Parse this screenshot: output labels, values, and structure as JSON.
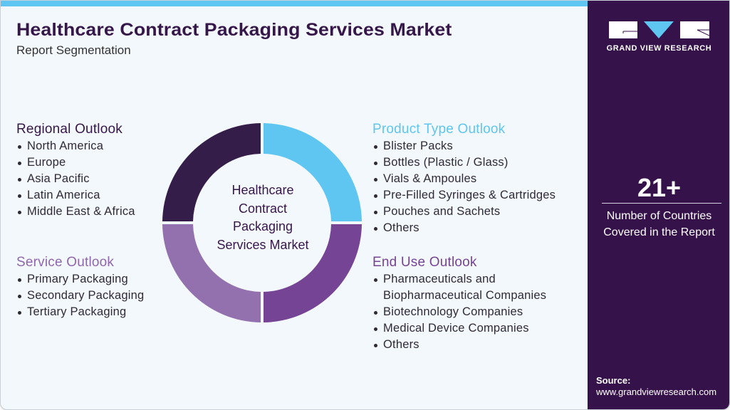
{
  "header": {
    "title": "Healthcare Contract Packaging Services Market",
    "subtitle": "Report Segmentation"
  },
  "donut": {
    "center_label_lines": [
      "Healthcare",
      "Contract",
      "Packaging",
      "Services Market"
    ],
    "segments": [
      {
        "name": "Product Type Outlook",
        "color": "#5ec6f1"
      },
      {
        "name": "End Use Outlook",
        "color": "#764494"
      },
      {
        "name": "Service Outlook",
        "color": "#9370ae"
      },
      {
        "name": "Regional Outlook",
        "color": "#341d48"
      }
    ]
  },
  "sections": {
    "regional": {
      "title": "Regional Outlook",
      "color": "#36174a",
      "items": [
        "North America",
        "Europe",
        "Asia Pacific",
        "Latin America",
        "Middle East & Africa"
      ]
    },
    "service": {
      "title": "Service Outlook",
      "color": "#8f67ae",
      "items": [
        "Primary Packaging",
        "Secondary Packaging",
        "Tertiary Packaging"
      ]
    },
    "product": {
      "title": "Product Type Outlook",
      "color": "#5ec6f1",
      "items": [
        "Blister Packs",
        "Bottles (Plastic / Glass)",
        "Vials & Ampoules",
        "Pre-Filled Syringes & Cartridges",
        "Pouches and Sachets",
        "Others"
      ]
    },
    "enduse": {
      "title": "End Use Outlook",
      "color": "#764494",
      "items": [
        "Pharmaceuticals and",
        "Biopharmaceutical Companies",
        "Biotechnology Companies",
        "Medical Device Companies",
        "Others"
      ]
    }
  },
  "side_panel": {
    "brand": "GRAND VIEW RESEARCH",
    "logo_icon": "gvr-logo-icon",
    "stat_value": "21+",
    "stat_desc_line1": "Number of Countries",
    "stat_desc_line2": "Covered in the Report",
    "source_label": "Source:",
    "source_url": "www.grandviewresearch.com"
  },
  "colors": {
    "background": "#f3f8fc",
    "accent_cyan": "#5ec6f1",
    "brand_purple": "#36124a"
  }
}
